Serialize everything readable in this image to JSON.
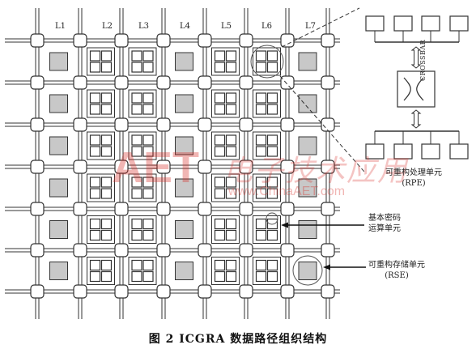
{
  "column_labels": [
    "L1",
    "L2",
    "L3",
    "L4",
    "L5",
    "L6",
    "L7"
  ],
  "crossbar_label": "CROSSBAR",
  "annotations": {
    "rpe": {
      "line1": "可重构处理单元",
      "line2": "(RPE)"
    },
    "crypto": {
      "line1": "基本密码",
      "line2": "运算单元"
    },
    "rse": {
      "line1": "可重构存储单元",
      "line2": "(RSE)"
    }
  },
  "caption": "图 2   ICGRA 数据路径组织结构",
  "watermark": {
    "logo": "AET",
    "url": "www.ChinaAET.com",
    "cn": "电子技术应用"
  },
  "colors": {
    "line": "#333333",
    "cell_fill": "#c8c8c8",
    "watermark": "#d9302a"
  }
}
